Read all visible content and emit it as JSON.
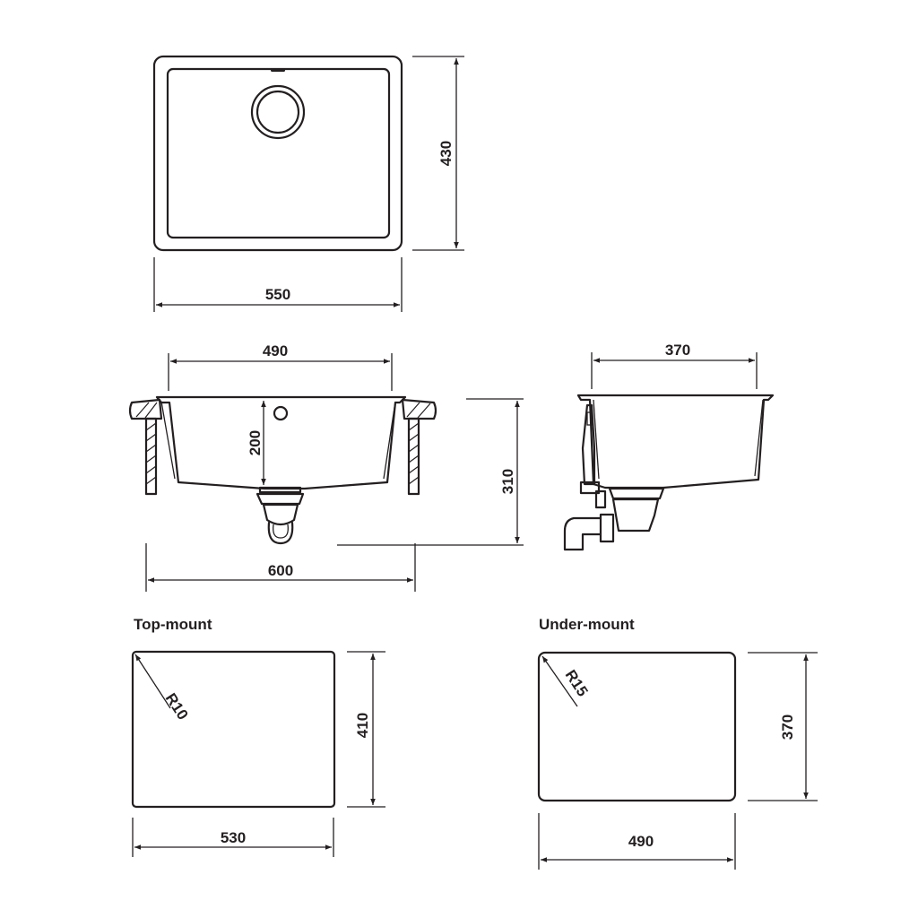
{
  "top_view": {
    "width_label": "550",
    "depth_label": "430"
  },
  "front_section": {
    "bowl_width_label": "490",
    "bowl_depth_label": "200",
    "overall_height_label": "310",
    "overall_width_label": "600"
  },
  "side_section": {
    "bowl_depth_label": "370"
  },
  "top_mount": {
    "title": "Top-mount",
    "radius_label": "R10",
    "width_label": "530",
    "height_label": "410"
  },
  "under_mount": {
    "title": "Under-mount",
    "radius_label": "R15",
    "width_label": "490",
    "height_label": "370"
  },
  "colors": {
    "line": "#231f20",
    "background": "#ffffff"
  }
}
